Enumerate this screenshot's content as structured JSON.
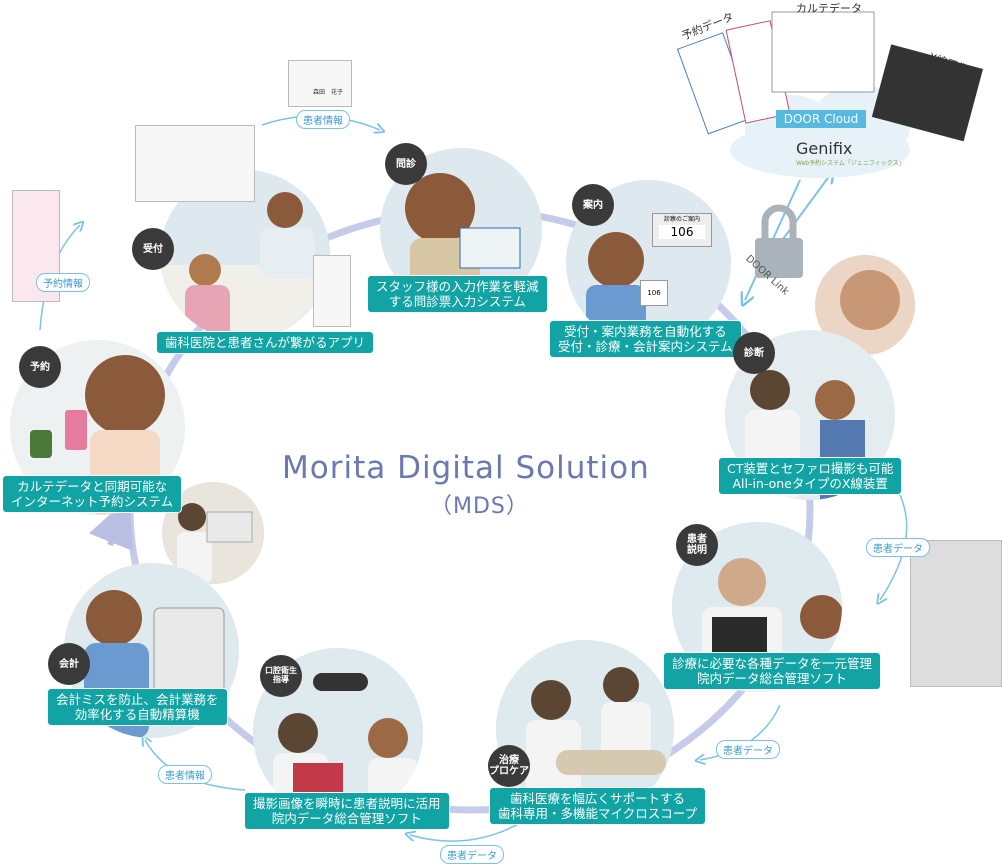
{
  "title": "Morita Digital Solution",
  "subtitle": "（MDS）",
  "stages": [
    {
      "id": "reception",
      "badge": "受付",
      "label_lines": [
        "歯科医院と患者さんが繋がるアプリ"
      ]
    },
    {
      "id": "interview",
      "badge": "問診",
      "label_lines": [
        "スタッフ様の入力作業を軽減",
        "する問診票入力システム"
      ]
    },
    {
      "id": "guidance",
      "badge": "案内",
      "label_lines": [
        "受付・案内業務を自動化する",
        "受付・診療・会計案内システム"
      ]
    },
    {
      "id": "diagnosis",
      "badge": "診断",
      "label_lines": [
        "CT装置とセファロ撮影も可能",
        "All-in-oneタイプのX線装置"
      ]
    },
    {
      "id": "explanation",
      "badge": "患者\n説明",
      "label_lines": [
        "診療に必要な各種データを一元管理",
        "院内データ総合管理ソフト"
      ]
    },
    {
      "id": "treatment",
      "badge": "治療\nプロケア",
      "label_lines": [
        "歯科医療を幅広くサポートする",
        "歯科専用・多機能マイクロスコープ"
      ]
    },
    {
      "id": "hygiene",
      "badge": "口腔衛生\n指導",
      "label_lines": [
        "撮影画像を瞬時に患者説明に活用",
        "院内データ総合管理ソフト"
      ]
    },
    {
      "id": "payment",
      "badge": "会計",
      "label_lines": [
        "会計ミスを防止、会計業務を",
        "効率化する自動精算機"
      ]
    },
    {
      "id": "reservation",
      "badge": "予約",
      "label_lines": [
        "カルテデータと同期可能な",
        "インターネット予約システム"
      ]
    }
  ],
  "flows": {
    "reservation_info": "予約情報",
    "patient_info_top": "患者情報",
    "patient_data_right": "患者データ",
    "patient_data_lower_right": "患者データ",
    "patient_data_bottom": "患者データ",
    "patient_info_bottom_left": "患者情報"
  },
  "cloud": {
    "label": "DOOR Cloud",
    "brand": "Genifix",
    "brand_sub": "Web予約システム「ジェニフィックス」",
    "link_label": "DOOR Link",
    "doc_reservation": "予約データ",
    "doc_chart": "カルテデータ",
    "doc_xray": "X線画像"
  },
  "ticket": {
    "header": "診察のご案内",
    "number": "106",
    "small_number": "106"
  },
  "card": {
    "name": "森田　花子"
  },
  "colors": {
    "label_bg": "#12a4a4",
    "ring": "#c5cbe8",
    "title": "#6a79b0",
    "flow": "#3a9bd0"
  }
}
